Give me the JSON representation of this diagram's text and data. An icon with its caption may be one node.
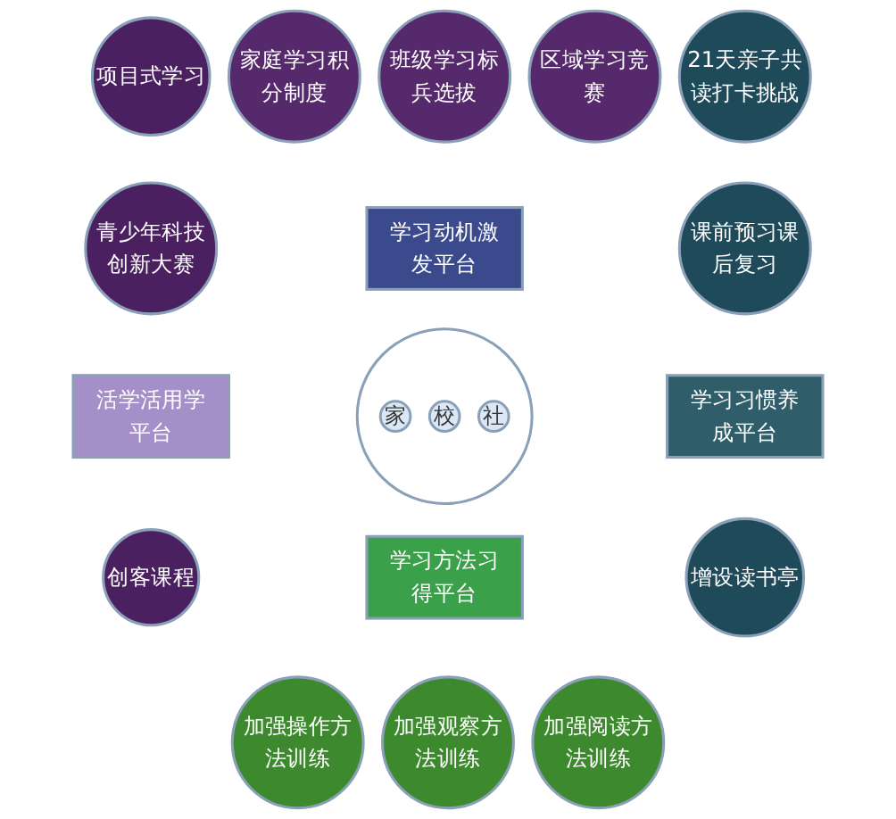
{
  "diagram": {
    "nodes": [
      {
        "text": [],
        "shape": "circle"
      },
      {
        "text": [
          "家"
        ],
        "in": 0
      },
      {
        "text": [
          "校"
        ],
        "in": 0
      },
      {
        "text": [
          "社"
        ],
        "in": 0
      },
      {
        "text": [
          "学习动机激发平台"
        ]
      },
      {
        "text": [
          "家庭学习积分制度"
        ]
      },
      {
        "text": [
          "班级学习标兵选拔"
        ]
      },
      {
        "text": [
          "区域学习竞赛"
        ]
      },
      {
        "text": [
          "学习习惯养成平台"
        ]
      },
      {
        "text": [
          "21天亲子共读打卡挑战"
        ]
      },
      {
        "text": [
          "课前预习课后复习"
        ]
      },
      {
        "text": [
          "增设读书亭"
        ]
      },
      {
        "text": [
          "学习方法习得平台"
        ]
      },
      {
        "text": [
          "加强操作方法训练"
        ]
      },
      {
        "text": [
          "加强观察方法训练"
        ]
      },
      {
        "text": [
          "加强阅读方法训练"
        ]
      },
      {
        "text": [
          "活学活用学平台"
        ]
      },
      {
        "text": [
          "项目式学习"
        ]
      },
      {
        "text": [
          "青少年科技创新大赛"
        ]
      },
      {
        "text": [
          "创客课程"
        ]
      }
    ]
  }
}
